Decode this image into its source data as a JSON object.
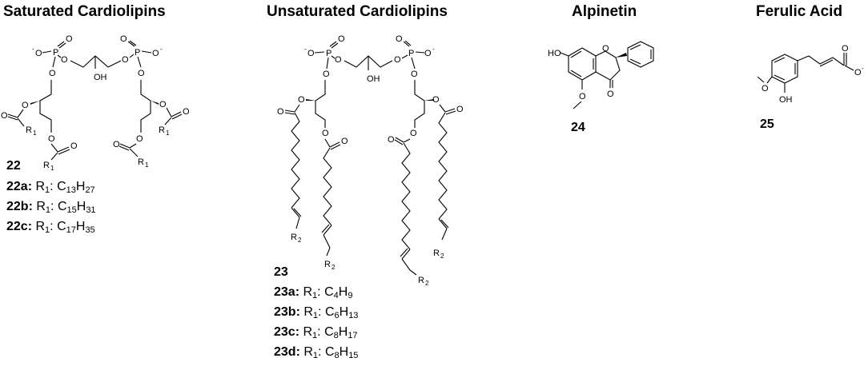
{
  "titles": {
    "saturated": "Saturated Cardiolipins",
    "unsaturated": "Unsaturated Cardiolipins",
    "alpinetin": "Alpinetin",
    "ferulic": "Ferulic Acid"
  },
  "compounds": {
    "c22": {
      "id": "22",
      "variants": [
        {
          "id": "22a:",
          "r": "R",
          "rsub": "1",
          "sep": ": ",
          "f1": "C",
          "s1": "13",
          "f2": "H",
          "s2": "27"
        },
        {
          "id": "22b:",
          "r": "R",
          "rsub": "1",
          "sep": ": ",
          "f1": "C",
          "s1": "15",
          "f2": "H",
          "s2": "31"
        },
        {
          "id": "22c:",
          "r": "R",
          "rsub": "1",
          "sep": ": ",
          "f1": "C",
          "s1": "17",
          "f2": "H",
          "s2": "35"
        }
      ]
    },
    "c23": {
      "id": "23",
      "variants": [
        {
          "id": "23a:",
          "r": "R",
          "rsub": "1",
          "sep": ": ",
          "f1": "C",
          "s1": "4",
          "f2": "H",
          "s2": "9"
        },
        {
          "id": "23b:",
          "r": "R",
          "rsub": "1",
          "sep": ": ",
          "f1": "C",
          "s1": "6",
          "f2": "H",
          "s2": "13"
        },
        {
          "id": "23c:",
          "r": "R",
          "rsub": "1",
          "sep": ": ",
          "f1": "C",
          "s1": "8",
          "f2": "H",
          "s2": "17"
        },
        {
          "id": "23d:",
          "r": "R",
          "rsub": "1",
          "sep": ": ",
          "f1": "C",
          "s1": "8",
          "f2": "H",
          "s2": "15"
        }
      ]
    },
    "c24": {
      "id": "24"
    },
    "c25": {
      "id": "25"
    }
  },
  "atoms": {
    "o": "O",
    "p": "P",
    "oh": "OH",
    "ho": "HO",
    "minus": "-",
    "r": "R",
    "sub1": "1",
    "sub2": "2"
  }
}
